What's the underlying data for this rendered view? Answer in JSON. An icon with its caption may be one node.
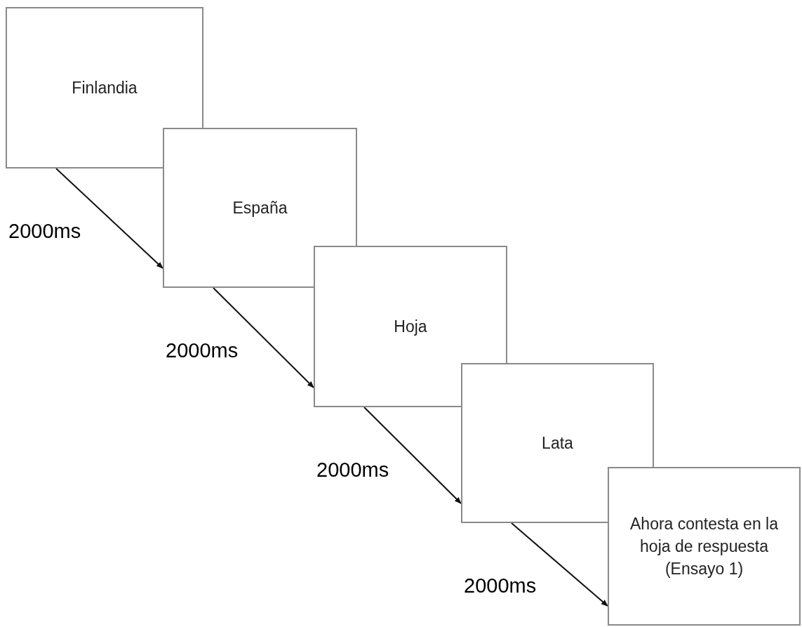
{
  "diagram": {
    "nodes": [
      {
        "text": [
          "Finlandia"
        ]
      },
      {
        "text": [
          "España"
        ]
      },
      {
        "text": [
          "Hoja"
        ]
      },
      {
        "text": [
          "Lata"
        ]
      },
      {
        "text": [
          "Ahora contesta en la hoja de respuesta (Ensayo 1)"
        ]
      }
    ],
    "edges": [
      {
        "from": 0,
        "to": 1,
        "arrow": "to",
        "label": "2000ms"
      },
      {
        "from": 1,
        "to": 2,
        "arrow": "to",
        "label": "2000ms"
      },
      {
        "from": 2,
        "to": 3,
        "arrow": "to",
        "label": "2000ms"
      },
      {
        "from": 3,
        "to": 4,
        "arrow": "to",
        "label": "2000ms"
      }
    ]
  }
}
